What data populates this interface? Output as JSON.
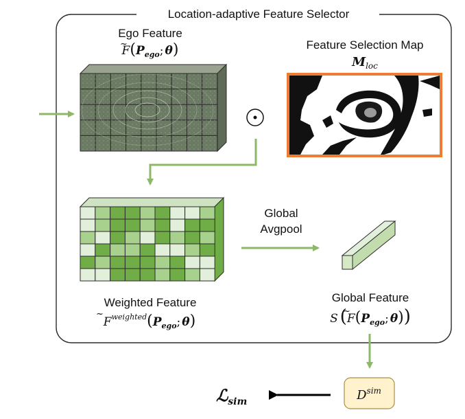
{
  "container": {
    "title": "Location-adaptive Feature Selector"
  },
  "ego_feature": {
    "label": "Ego Feature",
    "formula": {
      "F": "F",
      "P": "P",
      "sub": "ego",
      "theta": "θ",
      "semi": ";"
    }
  },
  "selection_map": {
    "label": "Feature Selection Map",
    "formula": {
      "M": "M",
      "sub": "loc"
    },
    "border_color": "#ED7D31"
  },
  "operator": {
    "symbol": "⊙"
  },
  "weighted_feature": {
    "label": "Weighted Feature",
    "formula": {
      "F": "F",
      "sup": "weighted",
      "P": "P",
      "sub": "ego",
      "theta": "θ",
      "semi": ";"
    },
    "cell_shades": [
      [
        0,
        1,
        2,
        2,
        1,
        2,
        0,
        0,
        1
      ],
      [
        0,
        1,
        2,
        2,
        1,
        2,
        0,
        2,
        2
      ],
      [
        1,
        0,
        2,
        1,
        0,
        2,
        1,
        2,
        1
      ],
      [
        0,
        2,
        1,
        1,
        2,
        0,
        0,
        1,
        2
      ],
      [
        2,
        1,
        2,
        2,
        2,
        1,
        2,
        0,
        0
      ],
      [
        0,
        0,
        2,
        2,
        2,
        1,
        2,
        1,
        0
      ]
    ]
  },
  "pooling": {
    "label_line1": "Global",
    "label_line2": "Avgpool"
  },
  "global_feature": {
    "label": "Global Feature",
    "formula": {
      "S": "S",
      "F": "F",
      "P": "P",
      "sub": "ego",
      "theta": "θ",
      "semi": ";"
    }
  },
  "discriminator": {
    "D": "D",
    "sup": "sim",
    "fill": "#FFF2CC",
    "border": "#A88E4A"
  },
  "loss": {
    "L": "ℒ",
    "sub": "sim"
  },
  "colors": {
    "arrow_green": "#8DB86A",
    "cell_light": "#E2EFDA",
    "cell_mid": "#A9D18E",
    "cell_dark": "#70AD47",
    "grid_dark": "#6B7A62",
    "border": "#2b2b2b"
  }
}
